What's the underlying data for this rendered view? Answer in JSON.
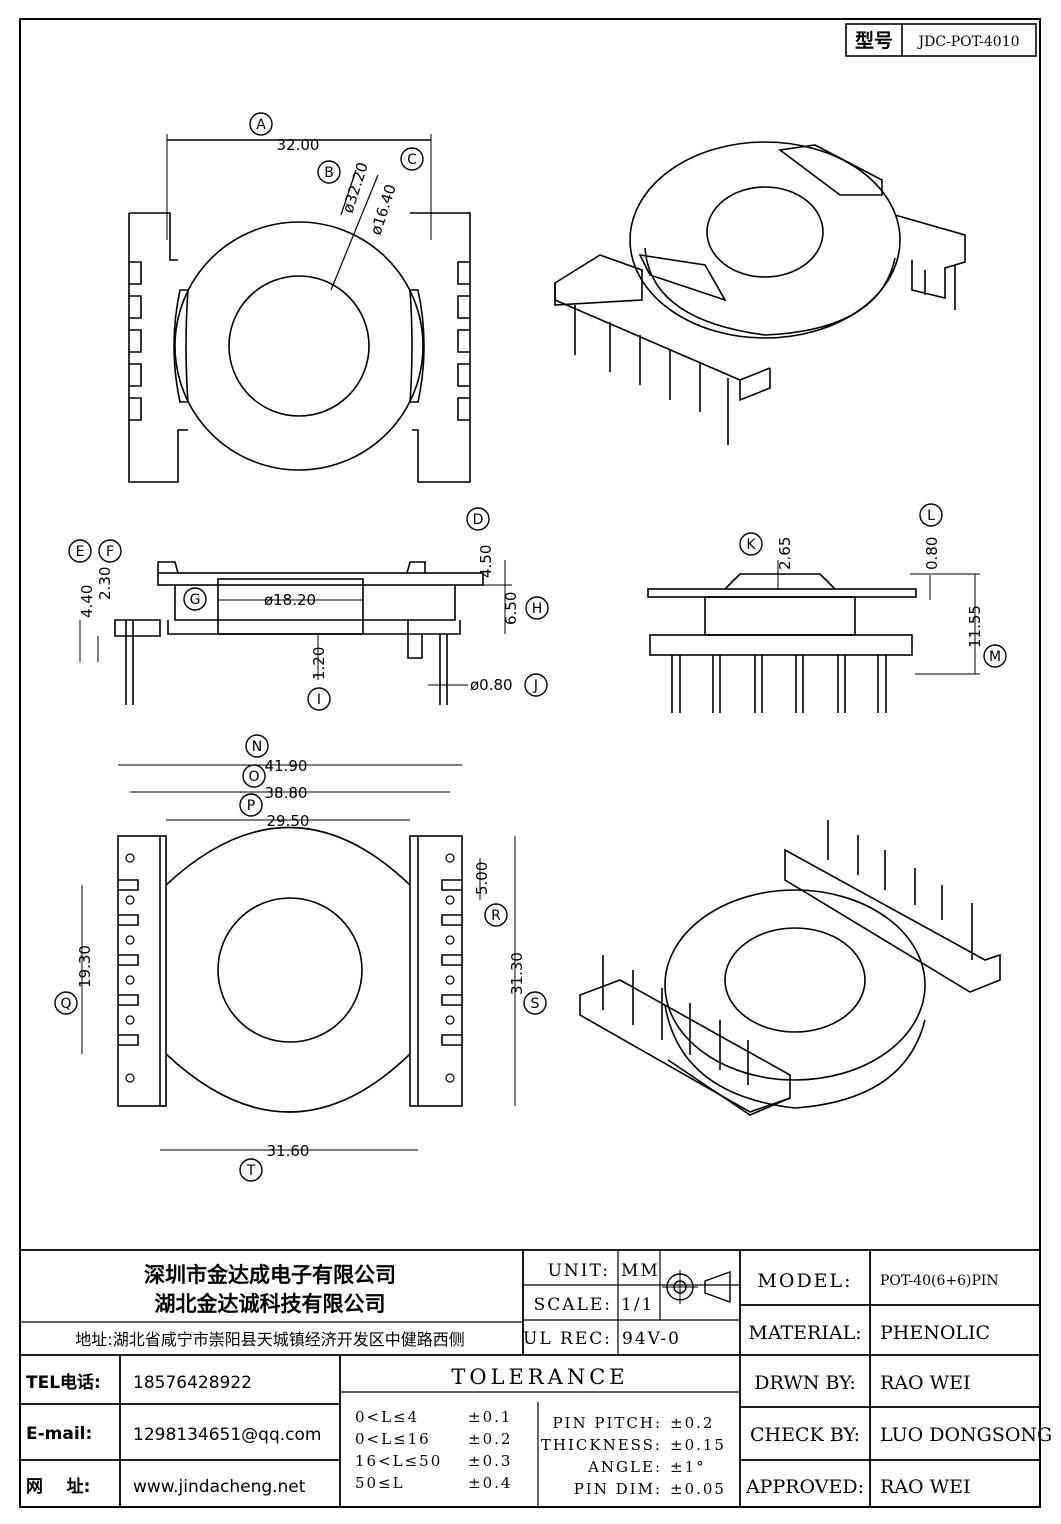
{
  "model_box": {
    "label": "型号",
    "value": "JDC-POT-4010"
  },
  "views": {
    "top": {
      "A": {
        "letter": "A",
        "value": "32.00"
      },
      "B": {
        "letter": "B",
        "value": "ø32.20"
      },
      "C": {
        "letter": "C",
        "value": "ø16.40"
      }
    },
    "side": {
      "D": {
        "letter": "D",
        "value": "4.50"
      },
      "E": {
        "letter": "E",
        "value": "4.40"
      },
      "F": {
        "letter": "F",
        "value": "2.30"
      },
      "G": {
        "letter": "G",
        "value": "ø18.20"
      },
      "H": {
        "letter": "H",
        "value": "6.50"
      },
      "I": {
        "letter": "I",
        "value": "1.20"
      },
      "J": {
        "letter": "J",
        "value": "ø0.80"
      }
    },
    "front": {
      "K": {
        "letter": "K",
        "value": "2.65"
      },
      "L": {
        "letter": "L",
        "value": "0.80"
      },
      "M": {
        "letter": "M",
        "value": "11.55"
      }
    },
    "bottom": {
      "N": {
        "letter": "N",
        "value": "41.90"
      },
      "O": {
        "letter": "O",
        "value": "38.80"
      },
      "P": {
        "letter": "P",
        "value": "29.50"
      },
      "Q": {
        "letter": "Q",
        "value": "19.30"
      },
      "R": {
        "letter": "R",
        "value": "5.00"
      },
      "S": {
        "letter": "S",
        "value": "31.30"
      },
      "T": {
        "letter": "T",
        "value": "31.60"
      }
    }
  },
  "company": {
    "name1": "深圳市金达成电子有限公司",
    "name2": "湖北金达诚科技有限公司",
    "address": "地址:湖北省咸宁市崇阳县天城镇经济开发区中健路西侧"
  },
  "contact": {
    "tel_label": "TEL电话:",
    "tel": "18576428922",
    "email_label": "E-mail:",
    "email": "1298134651@qq.com",
    "web_label": "网    址:",
    "web": "www.jindacheng.net"
  },
  "spec": {
    "unit_label": "UNIT:",
    "unit": "MM",
    "scale_label": "SCALE:",
    "scale": "1/1",
    "ul_label": "UL REC:",
    "ul": "94V-0"
  },
  "tolerance": {
    "title": "TOLERANCE",
    "rows": [
      {
        "range": "0<L≤4",
        "tol": "±0.1"
      },
      {
        "range": "0<L≤16",
        "tol": "±0.2"
      },
      {
        "range": "16<L≤50",
        "tol": "±0.3"
      },
      {
        "range": "50≤L",
        "tol": "±0.4"
      }
    ],
    "pin": [
      {
        "label": "PIN PITCH:",
        "tol": "±0.2"
      },
      {
        "label": "THICKNESS:",
        "tol": "±0.15"
      },
      {
        "label": "ANGLE:",
        "tol": "±1°"
      },
      {
        "label": "PIN DIM:",
        "tol": "±0.05"
      }
    ]
  },
  "info": {
    "model_label": "MODEL:",
    "model": "POT-40(6+6)PIN",
    "material_label": "MATERIAL:",
    "material": "PHENOLIC",
    "drawn_label": "DRWN BY:",
    "drawn": "RAO WEI",
    "check_label": "CHECK BY:",
    "check": "LUO DONGSONG",
    "approved_label": "APPROVED:",
    "approved": "RAO WEI"
  }
}
